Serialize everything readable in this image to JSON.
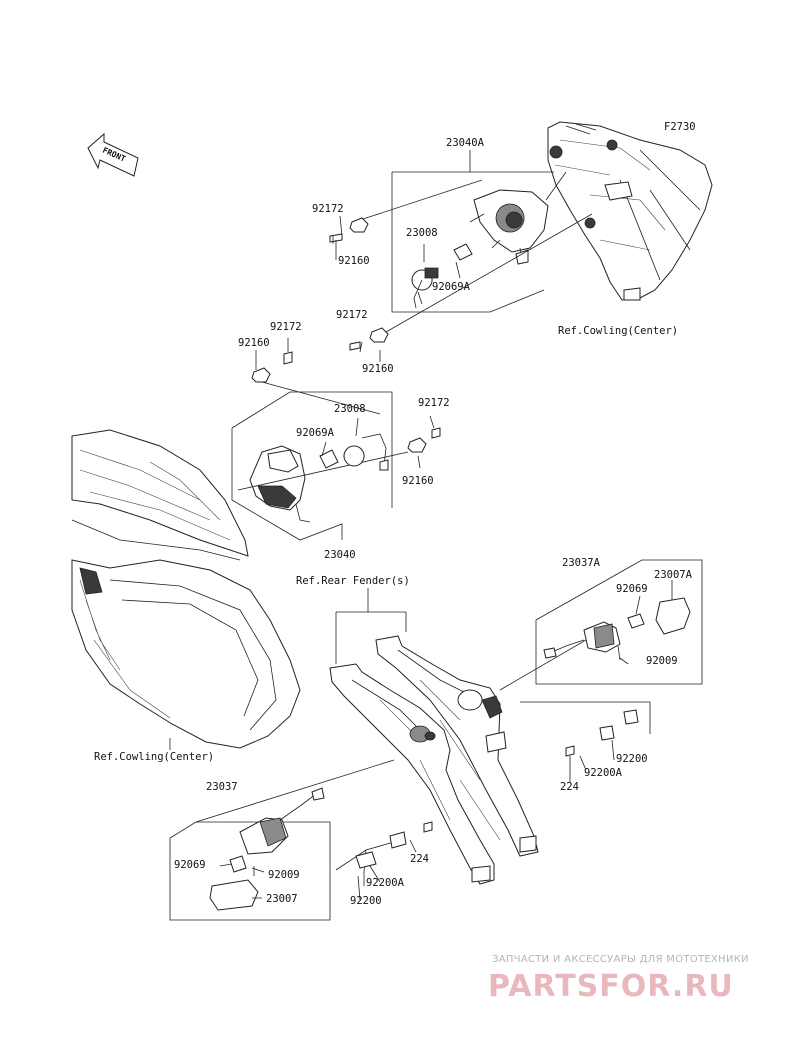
{
  "diagram": {
    "code": "F2730",
    "front_arrow": "FRONT",
    "labels": {
      "l_23040A": "23040A",
      "l_92172_a": "92172",
      "l_92160_a": "92160",
      "l_23008_a": "23008",
      "l_92069A_a": "92069A",
      "l_92172_b": "92172",
      "l_92160_b": "92160",
      "l_ref_cowling_top": "Ref.Cowling(Center)",
      "l_92172_c": "92172",
      "l_92160_c": "92160",
      "l_23008_b": "23008",
      "l_92069A_b": "92069A",
      "l_92172_d": "92172",
      "l_92160_d": "92160",
      "l_23040": "23040",
      "l_ref_rear_fender": "Ref.Rear Fender(s)",
      "l_23037A": "23037A",
      "l_92069_a": "92069",
      "l_23007A": "23007A",
      "l_92009_a": "92009",
      "l_92200_a": "92200",
      "l_224_a": "224",
      "l_92200A_a": "92200A",
      "l_ref_cowling_bottom": "Ref.Cowling(Center)",
      "l_23037": "23037",
      "l_92069_b": "92069",
      "l_92009_b": "92009",
      "l_23007": "23007",
      "l_224_b": "224",
      "l_92200A_b": "92200A",
      "l_92200_b": "92200"
    }
  },
  "watermark": {
    "subtitle": "ЗАПЧАСТИ И АКСЕССУАРЫ ДЛЯ МОТОТЕХНИКИ",
    "brand": "PARTSFOR.RU"
  }
}
